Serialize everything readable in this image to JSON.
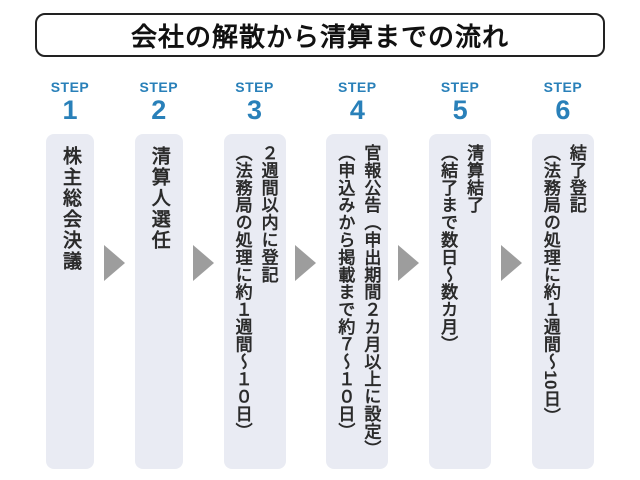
{
  "title": "会社の解散から清算までの流れ",
  "colors": {
    "accent_blue": "#2980b9",
    "box_background": "#e9ebf3",
    "arrow_gray": "#9d9d9d",
    "title_border": "#222222",
    "text": "#2b2b2b"
  },
  "icons": {
    "between_steps": "arrow-right-icon"
  },
  "steps": [
    {
      "label": "STEP",
      "number": "1",
      "lines": [
        "株主総会決議"
      ]
    },
    {
      "label": "STEP",
      "number": "2",
      "lines": [
        "清算人選任"
      ]
    },
    {
      "label": "STEP",
      "number": "3",
      "lines": [
        "２週間以内に登記",
        "（法務局の処理に約１週間～１０日）"
      ]
    },
    {
      "label": "STEP",
      "number": "4",
      "lines": [
        "官報公告（申出期間２カ月以上に設定）",
        "（申込みから掲載まで約７～１０日）"
      ]
    },
    {
      "label": "STEP",
      "number": "5",
      "lines": [
        "清算結了",
        "（結了まで数日～数カ月）"
      ]
    },
    {
      "label": "STEP",
      "number": "6",
      "lines": [
        "結了登記",
        "（法務局の処理に約１週間～10日）"
      ]
    }
  ]
}
